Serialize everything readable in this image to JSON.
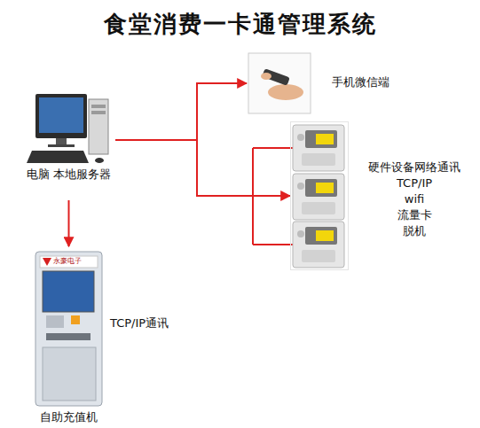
{
  "diagram": {
    "title": "食堂消费一卡通管理系统",
    "nodes": [
      {
        "text": [
          "电脑 本地服务器"
        ]
      },
      {
        "text": [
          "手机微信端"
        ]
      },
      {
        "text": [
          "硬件设备网络通讯",
          "TCP/IP",
          "wifi",
          "流量卡",
          "脱机"
        ]
      },
      {
        "text": [
          "自助充值机"
        ]
      }
    ],
    "edges": [
      {
        "from": 0,
        "to": 1,
        "arrow": "to"
      },
      {
        "from": 0,
        "to": 2,
        "arrow": "to"
      },
      {
        "from": 0,
        "to": 3,
        "arrow": "to"
      }
    ],
    "labels": [
      "永豪电子",
      "TCP/IP通讯"
    ]
  }
}
